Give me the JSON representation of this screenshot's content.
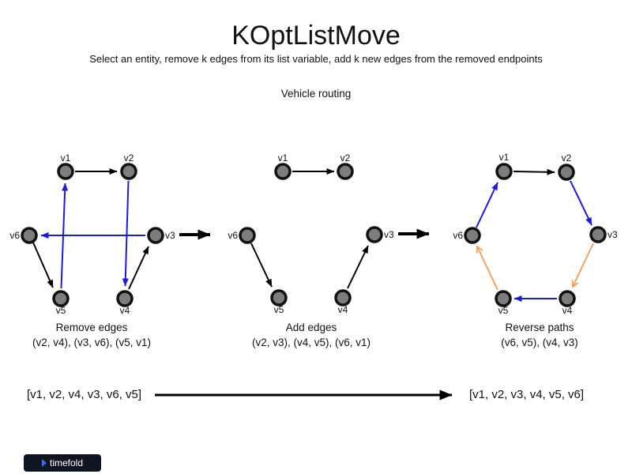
{
  "title": "KOptListMove",
  "subtitle": "Select an entity, remove k edges from its list variable, add k new edges from the removed endpoints",
  "context": "Vehicle routing",
  "colors": {
    "edge_default": "#000000",
    "edge_highlight_blue": "#1a1ae0",
    "edge_reversed_orange": "#f5a25d",
    "node_fill": "#7d7d7d",
    "node_border": "#111111",
    "logo_background": "#0f1420"
  },
  "graphs": [
    {
      "caption": "Remove edges",
      "detail": "(v2, v4), (v3, v6), (v5, v1)",
      "nodes": [
        "v1",
        "v2",
        "v3",
        "v4",
        "v5",
        "v6"
      ],
      "edges": [
        {
          "from": "v1",
          "to": "v2",
          "color": "black"
        },
        {
          "from": "v6",
          "to": "v5",
          "color": "black"
        },
        {
          "from": "v4",
          "to": "v3",
          "color": "black"
        },
        {
          "from": "v2",
          "to": "v4",
          "color": "blue"
        },
        {
          "from": "v3",
          "to": "v6",
          "color": "blue"
        },
        {
          "from": "v5",
          "to": "v1",
          "color": "blue"
        }
      ]
    },
    {
      "caption": "Add edges",
      "detail": "(v2, v3), (v4, v5), (v6, v1)",
      "nodes": [
        "v1",
        "v2",
        "v3",
        "v4",
        "v5",
        "v6"
      ],
      "edges": [
        {
          "from": "v1",
          "to": "v2",
          "color": "black"
        },
        {
          "from": "v6",
          "to": "v5",
          "color": "black"
        },
        {
          "from": "v4",
          "to": "v3",
          "color": "black"
        }
      ]
    },
    {
      "caption": "Reverse paths",
      "detail": "(v6, v5), (v4, v3)",
      "nodes": [
        "v1",
        "v2",
        "v3",
        "v4",
        "v5",
        "v6"
      ],
      "edges": [
        {
          "from": "v6",
          "to": "v1",
          "color": "blue"
        },
        {
          "from": "v1",
          "to": "v2",
          "color": "black"
        },
        {
          "from": "v2",
          "to": "v3",
          "color": "blue"
        },
        {
          "from": "v3",
          "to": "v4",
          "color": "orange"
        },
        {
          "from": "v4",
          "to": "v5",
          "color": "blue"
        },
        {
          "from": "v5",
          "to": "v6",
          "color": "orange"
        }
      ]
    }
  ],
  "sequence": {
    "before": "[v1, v2, v4, v3, v6, v5]",
    "after": "[v1, v2, v3, v4, v5, v6]"
  },
  "logo": {
    "text": "timefold"
  }
}
